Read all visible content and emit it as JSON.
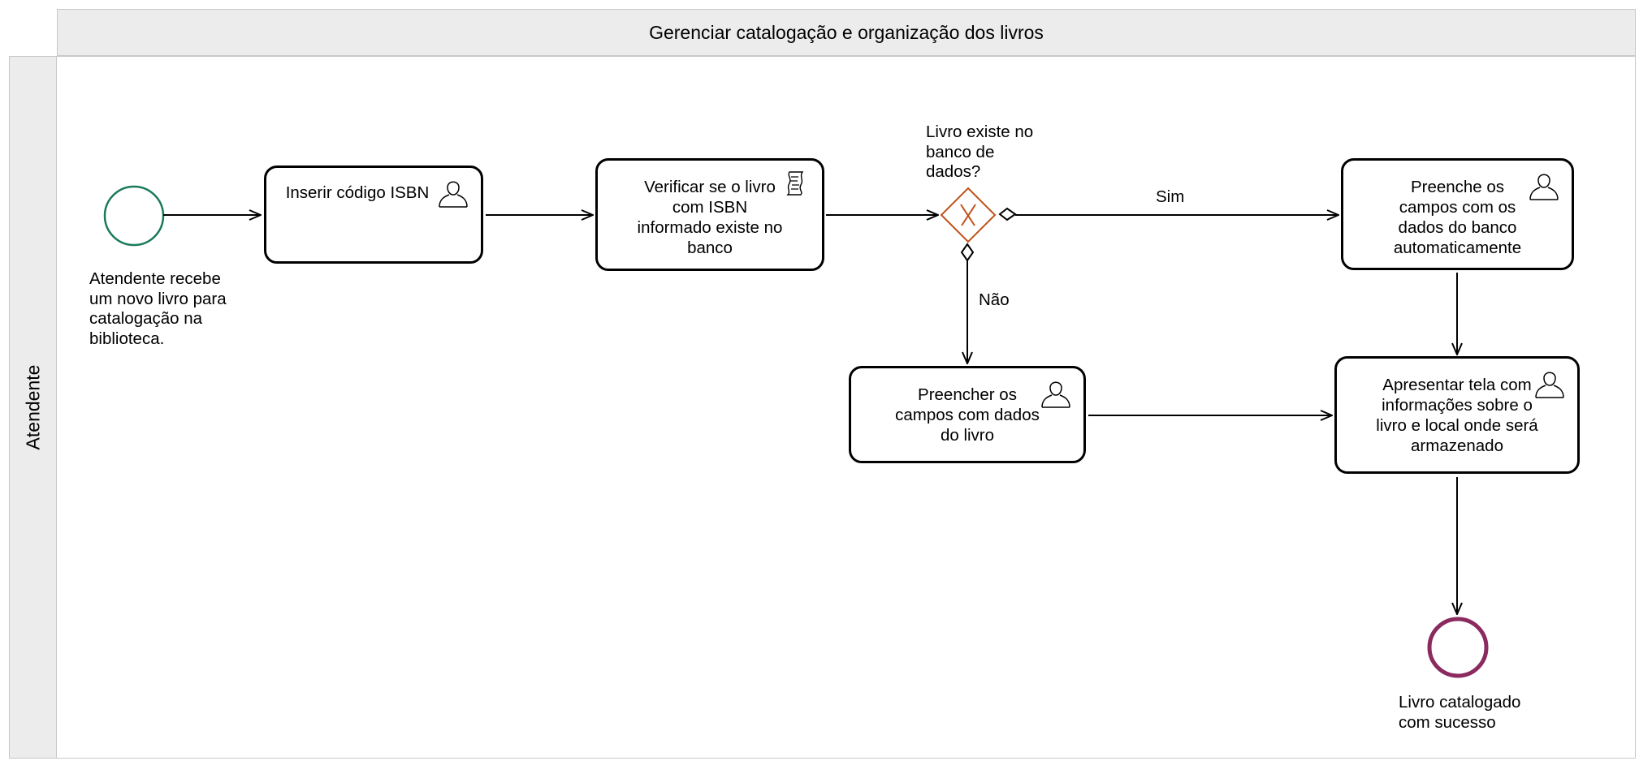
{
  "pool": {
    "title": "Gerenciar catalogação e organização dos livros"
  },
  "lane": {
    "label": "Atendente"
  },
  "events": {
    "start_label": "Atendente recebe um novo livro para catalogação na biblioteca.",
    "end_label": "Livro catalogado com sucesso"
  },
  "tasks": {
    "insert_isbn": "Inserir código ISBN",
    "verify_isbn": "Verificar se o livro com ISBN informado existe no banco",
    "auto_fill": "Preenche os campos com os dados do banco automaticamente",
    "manual_fill": "Preencher os campos com dados do livro",
    "show_info": "Apresentar tela com informações sobre o livro e local onde será armazenado"
  },
  "gateway": {
    "question": "Livro existe no banco de dados?"
  },
  "flows": {
    "yes": "Sim",
    "no": "Não"
  },
  "colors": {
    "start_event": "#1a7a5a",
    "end_event": "#8a2a5e",
    "gateway": "#c0521b"
  },
  "icons": {
    "user_task": "user-icon",
    "script_task": "script-icon"
  }
}
